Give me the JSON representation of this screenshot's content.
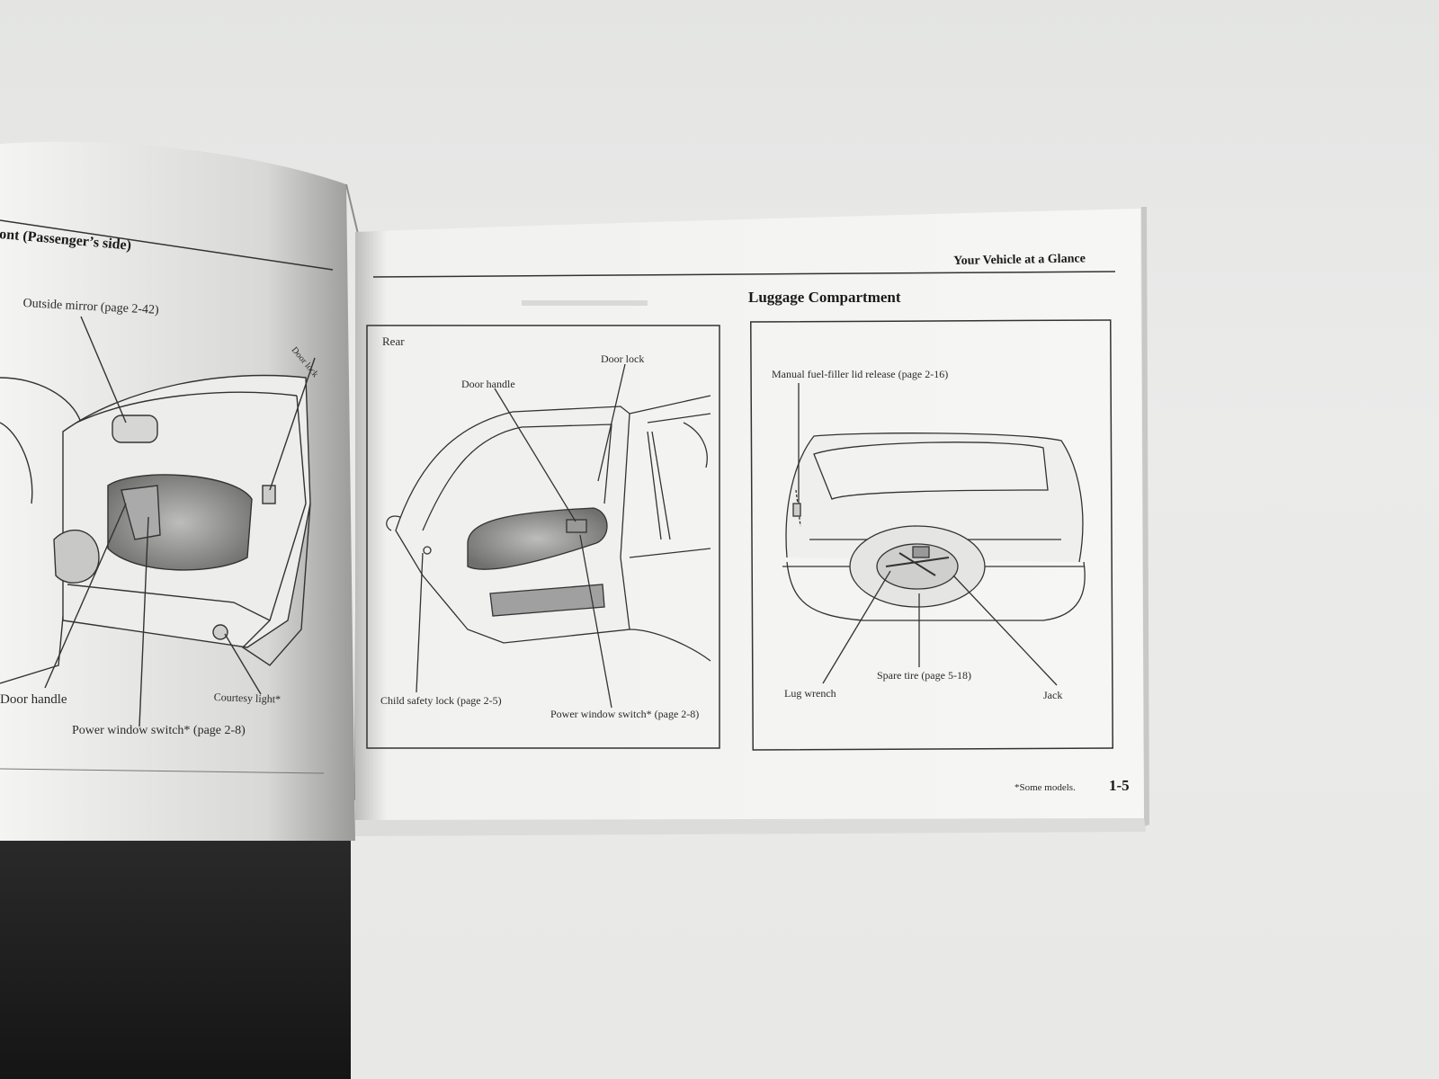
{
  "left_page": {
    "section_title": "ont (Passenger’s side)",
    "callouts": {
      "outside_mirror": "Outside mirror (page 2-42)",
      "door_lock": "Door lock",
      "door_handle": "Door handle",
      "courtesy_light": "Courtesy light*",
      "power_window_switch": "Power window switch* (page 2-8)"
    }
  },
  "right_page": {
    "running_header": "Your Vehicle at a Glance",
    "section_title": "Luggage Compartment",
    "rear_panel": {
      "title": "Rear",
      "door_lock": "Door lock",
      "door_handle": "Door handle",
      "child_safety_lock": "Child safety lock (page 2-5)",
      "power_window_switch": "Power window switch* (page 2-8)"
    },
    "luggage_panel": {
      "fuel_filler": "Manual fuel-filler lid release (page 2-16)",
      "lug_wrench": "Lug wrench",
      "spare_tire": "Spare tire (page 5-18)",
      "jack": "Jack"
    },
    "footnote": "*Some models.",
    "page_number": "1-5"
  }
}
